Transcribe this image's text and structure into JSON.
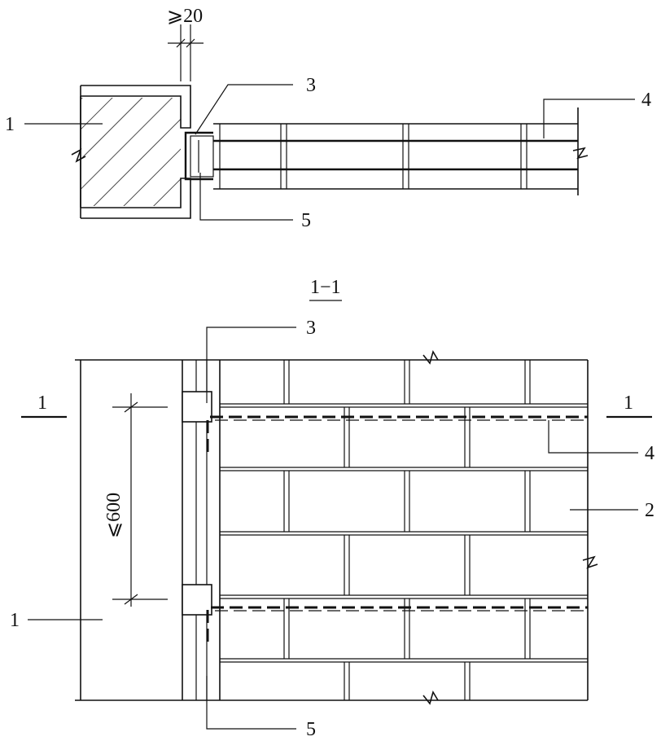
{
  "plan_view": {
    "dimension_label": "⩾20",
    "callouts": [
      {
        "id": "1",
        "text": "1"
      },
      {
        "id": "3",
        "text": "3"
      },
      {
        "id": "4",
        "text": "4"
      },
      {
        "id": "5",
        "text": "5"
      }
    ]
  },
  "elevation_view": {
    "section_title": "1−1",
    "section_mark_left": "1",
    "section_mark_right": "1",
    "spacing_label": "⩽600",
    "callouts": [
      {
        "id": "1",
        "text": "1"
      },
      {
        "id": "2",
        "text": "2"
      },
      {
        "id": "3",
        "text": "3"
      },
      {
        "id": "4",
        "text": "4"
      },
      {
        "id": "5",
        "text": "5"
      }
    ]
  }
}
